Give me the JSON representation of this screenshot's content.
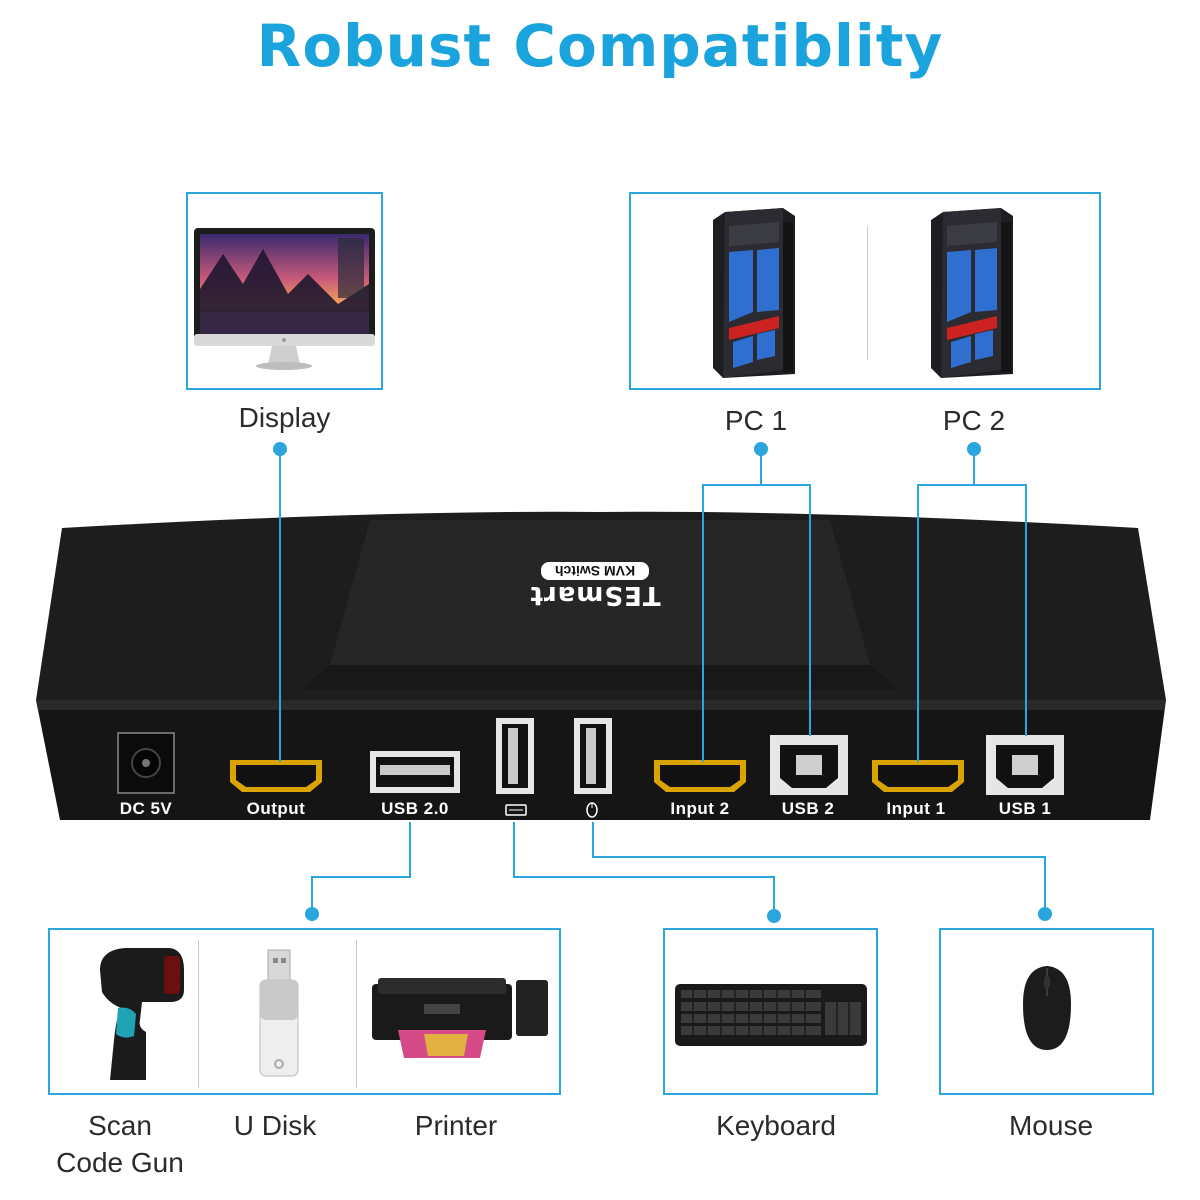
{
  "title": "Robust Compatiblity",
  "colors": {
    "accent": "#1aa3dd",
    "line": "#2aa6dc",
    "device": "#1b1b1b"
  },
  "devices": {
    "display": "Display",
    "pc1": "PC 1",
    "pc2": "PC 2",
    "scan_gun": "Scan Code Gun",
    "udisk": "U Disk",
    "printer": "Printer",
    "keyboard": "Keyboard",
    "mouse": "Mouse"
  },
  "switch": {
    "brand": "TESmart",
    "model": "KVM Switch",
    "ports": {
      "dc": "DC 5V",
      "output": "Output",
      "usb20": "USB 2.0",
      "input2": "Input 2",
      "usb2": "USB 2",
      "input1": "Input 1",
      "usb1": "USB 1"
    },
    "keyboard_port_icon": "keyboard-icon",
    "mouse_port_icon": "mouse-icon"
  },
  "icons": {
    "monitor": "monitor-icon",
    "pc": "pc-tower-icon",
    "scanner": "barcode-scanner-icon",
    "udisk": "usb-drive-icon",
    "printer": "printer-icon",
    "keyboard": "keyboard-icon",
    "mouse": "mouse-icon"
  }
}
